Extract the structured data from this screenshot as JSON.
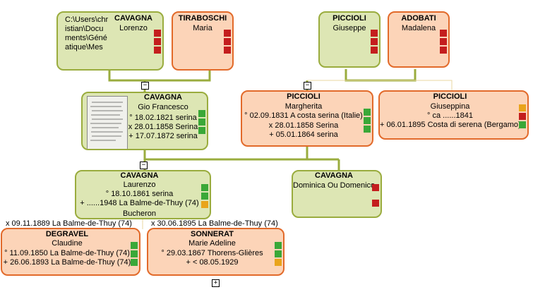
{
  "colors": {
    "male_fill": "#dde6b4",
    "male_border": "#9aac3e",
    "female_fill": "#fcd4b8",
    "female_border": "#e26a2a",
    "flag_green": "#3aa838",
    "flag_red": "#c41e1e",
    "flag_orange": "#e9a41c",
    "line": "#9aac3e"
  },
  "people": {
    "cavagna_lorenzo": {
      "surname": "CAVAGNA",
      "given": "Lorenzo",
      "note": "C:\\Users\\christian\\Documents\\Généatique\\Mes"
    },
    "tiraboschi_maria": {
      "surname": "TIRABOSCHI",
      "given": "Maria"
    },
    "piccioli_giuseppe": {
      "surname": "PICCIOLI",
      "given": "Giuseppe"
    },
    "adobati_madalena": {
      "surname": "ADOBATI",
      "given": "Madalena"
    },
    "cavagna_gio": {
      "surname": "CAVAGNA",
      "given": "Gio Francesco",
      "birth": "° 18.02.1821 serina",
      "marriage": "x 28.01.1858 Serina",
      "death": "+ 17.07.1872 serina"
    },
    "piccioli_margherita": {
      "surname": "PICCIOLI",
      "given": "Margherita",
      "birth": "° 02.09.1831 A costa serina (Italie)",
      "marriage": "x 28.01.1858 Serina",
      "death": "+ 05.01.1864 serina"
    },
    "piccioli_giuseppina": {
      "surname": "PICCIOLI",
      "given": "Giuseppina",
      "birth": "° ca ......1841",
      "death": "+ 06.01.1895 Costa di serena (Bergamo)"
    },
    "cavagna_laurenzo": {
      "surname": "CAVAGNA",
      "given": "Laurenzo",
      "birth": "° 18.10.1861 serina",
      "death": "+ ......1948 La Balme-de-Thuy (74)",
      "occupation": "Bucheron"
    },
    "cavagna_dominica": {
      "surname": "CAVAGNA",
      "given": "Dominica Ou Domenico"
    },
    "degravel_claudine": {
      "surname": "DEGRAVEL",
      "given": "Claudine",
      "birth": "° 11.09.1850 La Balme-de-Thuy (74)",
      "death": "+ 26.06.1893 La Balme-de-Thuy (74)"
    },
    "sonnerat_marie": {
      "surname": "SONNERAT",
      "given": "Marie Adeline",
      "birth": "° 29.03.1867 Thorens-Glières",
      "death": "+ < 08.05.1929"
    }
  },
  "marriages": {
    "m1": "x 09.11.1889 La Balme-de-Thuy (74)",
    "m2": "x 30.06.1895 La Balme-de-Thuy (74)"
  },
  "toggles": {
    "collapse": "−",
    "expand": "+"
  }
}
